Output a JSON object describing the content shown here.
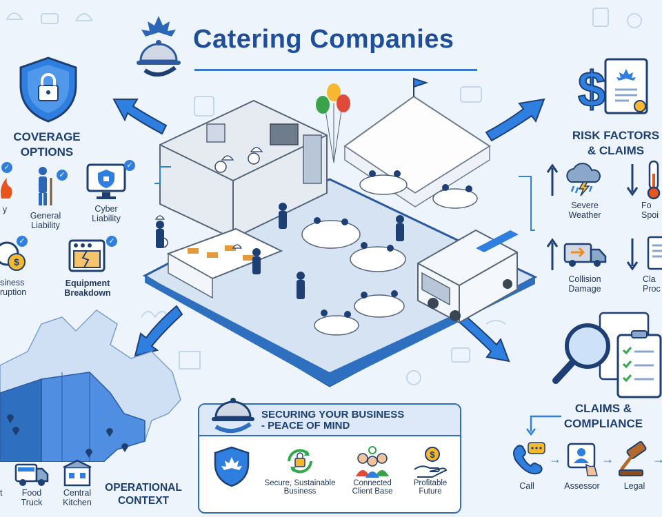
{
  "title": "Catering Companies",
  "colors": {
    "primary": "#1f4f9a",
    "accent": "#2f7fe0",
    "background": "#eef4fb",
    "warn": "#e8541d"
  },
  "coverage": {
    "heading": "COVERAGE\nOPTIONS",
    "items": [
      {
        "label": "y",
        "icon": "fire-icon"
      },
      {
        "label": "General\nLiability",
        "icon": "injured-person-icon"
      },
      {
        "label": "Cyber\nLiability",
        "icon": "monitor-lock-icon"
      },
      {
        "label": "siness\nruption",
        "icon": "clock-dollar-icon"
      },
      {
        "label": "Equipment\nBreakdown",
        "icon": "broken-oven-icon"
      }
    ]
  },
  "risk": {
    "heading": "RISK FACTORS\n& CLAIMS",
    "items": [
      {
        "label": "Severe\nWeather",
        "icon": "storm-cloud-icon",
        "trend": "up"
      },
      {
        "label": "Fo\nSpoi",
        "icon": "thermometer-icon",
        "trend": "down"
      },
      {
        "label": "Collision\nDamage",
        "icon": "truck-collision-icon",
        "trend": "up"
      },
      {
        "label": "Cla\nProc",
        "icon": "document-icon",
        "trend": "down"
      }
    ]
  },
  "claims": {
    "heading": "CLAIMS &\nCOMPLIANCE",
    "steps": [
      {
        "label": "Call",
        "icon": "phone-icon"
      },
      {
        "label": "Assessor",
        "icon": "assessor-icon"
      },
      {
        "label": "Legal",
        "icon": "gavel-icon"
      }
    ]
  },
  "operational": {
    "heading": "OPERATIONAL\nCONTEXT",
    "items": [
      {
        "label": "t",
        "icon": "partial-icon"
      },
      {
        "label": "Food\nTruck",
        "icon": "food-truck-icon"
      },
      {
        "label": "Central\nKitchen",
        "icon": "kitchen-icon"
      }
    ]
  },
  "panel": {
    "title": "SECURING YOUR BUSINESS\n- PEACE OF MIND",
    "features": [
      {
        "label": "",
        "icon": "maple-shield-icon"
      },
      {
        "label": "Secure, Sustainable\nBusiness",
        "icon": "recycle-lock-icon"
      },
      {
        "label": "Connected\nClient Base",
        "icon": "people-icon"
      },
      {
        "label": "Profitable\nFuture",
        "icon": "hand-dollar-icon"
      }
    ]
  }
}
